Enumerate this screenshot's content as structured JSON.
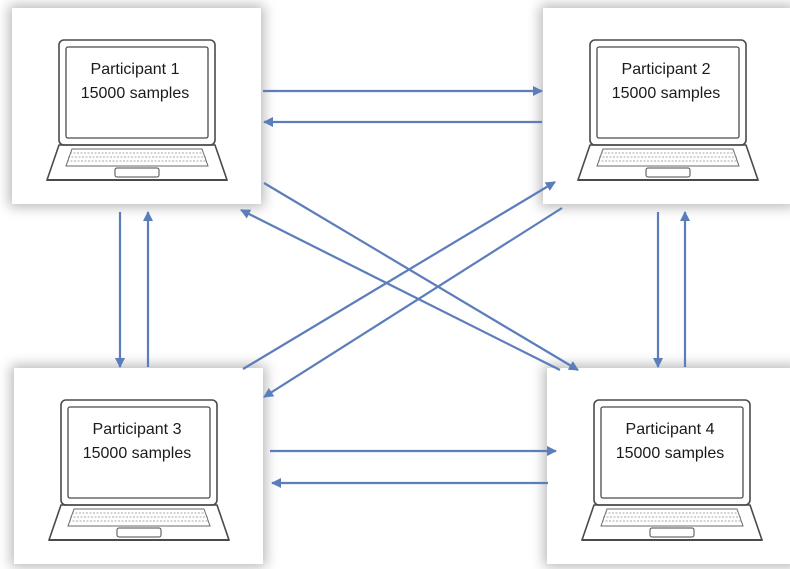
{
  "participants": [
    {
      "name": "Participant 1",
      "samples": "15000 samples"
    },
    {
      "name": "Participant 2",
      "samples": "15000 samples"
    },
    {
      "name": "Participant 3",
      "samples": "15000 samples"
    },
    {
      "name": "Participant 4",
      "samples": "15000 samples"
    }
  ],
  "colors": {
    "arrow": "#5b7dbb",
    "laptop_outline": "#4a4a4a"
  },
  "icons": [
    "laptop-icon"
  ]
}
